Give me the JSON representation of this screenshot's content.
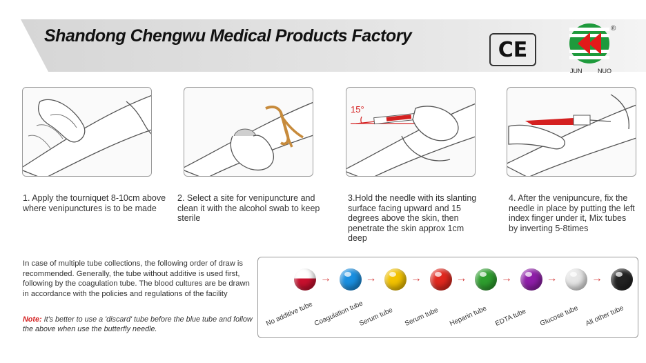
{
  "header": {
    "title": "Shandong Chengwu Medical Products Factory",
    "ce_mark": "CE",
    "logo_registered": "®",
    "logo_left": "JUN",
    "logo_right": "NUO"
  },
  "steps": [
    {
      "text": "1. Apply the tourniquet 8-10cm above where venipunctures is to be made"
    },
    {
      "text": "2. Select a site for venipuncture and clean it with the alcohol swab to keep sterile"
    },
    {
      "text": "3.Hold the needle with its slanting surface facing upward and 15 degrees above the skin, then penetrate the skin approx 1cm deep",
      "angle_label": "15°"
    },
    {
      "text": "4. After the venipuncure, fix the needle in place by putting the left index finger under it, Mix tubes by inverting 5-8times"
    }
  ],
  "order_text": "In case of multiple tube collections, the following order of draw is recommended. Generally, the tube without additive is used first, following by the coagulation tube. The blood cultures are be drawn in accordance with the policies and regulations of the facility",
  "note": {
    "label": "Note:",
    "text": "It's better to use a 'discard' tube before the blue tube and follow the above when use the butterfly needle."
  },
  "tubes": [
    {
      "label": "No additive tube",
      "color": "#c8102e"
    },
    {
      "label": "Coagulation tube",
      "color": "#1a8fe0"
    },
    {
      "label": "Serum tube",
      "color": "#f2c200"
    },
    {
      "label": "Serum tube",
      "color": "#e0281e"
    },
    {
      "label": "Heparin tube",
      "color": "#2e9e2e"
    },
    {
      "label": "EDTA tube",
      "color": "#8e1ea8"
    },
    {
      "label": "Glucose tube",
      "color": "#e6e6e6"
    },
    {
      "label": "All other tube",
      "color": "#222222"
    }
  ],
  "arrow_glyph": "→"
}
